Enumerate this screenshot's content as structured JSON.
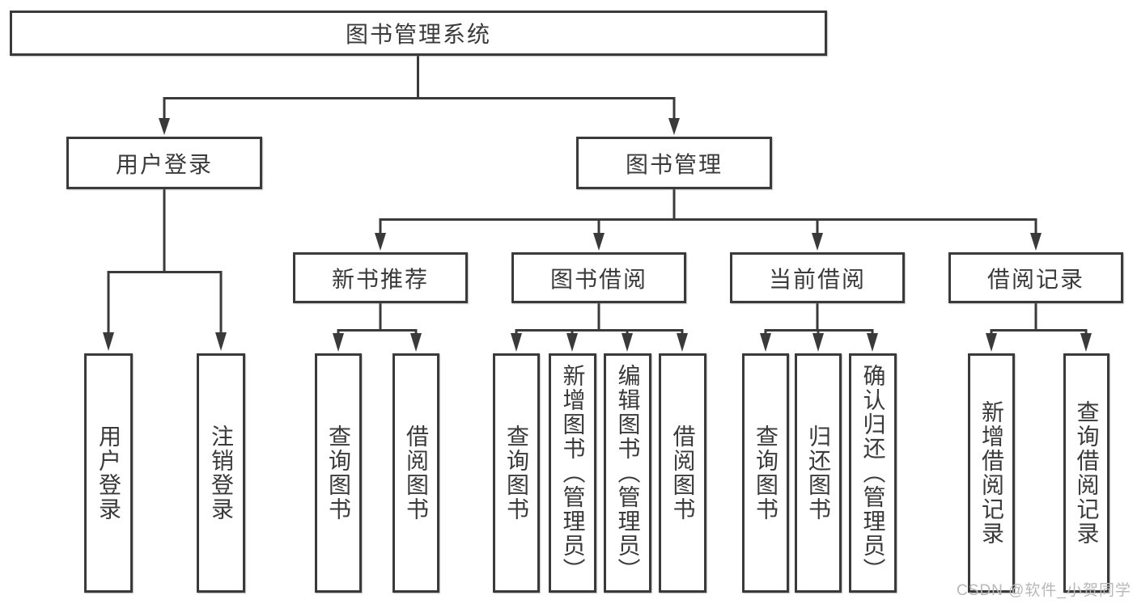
{
  "diagram": {
    "root": {
      "label": "图书管理系统"
    },
    "level2": [
      {
        "label": "用户登录"
      },
      {
        "label": "图书管理"
      }
    ],
    "level3": [
      {
        "label": "新书推荐"
      },
      {
        "label": "图书借阅"
      },
      {
        "label": "当前借阅"
      },
      {
        "label": "借阅记录"
      }
    ],
    "level4": {
      "user_login": [
        "用户登录",
        "注销登录"
      ],
      "new_books": [
        "查询图书",
        "借阅图书"
      ],
      "borrowing": [
        "查询图书",
        "新增图书（管理员）",
        "编辑图书（管理员）",
        "借阅图书"
      ],
      "current": [
        "查询图书",
        "归还图书",
        "确认归还（管理员）"
      ],
      "records": [
        "新增借阅记录",
        "查询借阅记录"
      ]
    }
  },
  "watermark": {
    "text": "CSDN @软件_小贺同学"
  },
  "colors": {
    "line": "#3a3a3a",
    "text": "#3a3a3a",
    "box_background": "#ffffff",
    "page_background": "#ffffff",
    "watermark": "#b8b8b8"
  }
}
